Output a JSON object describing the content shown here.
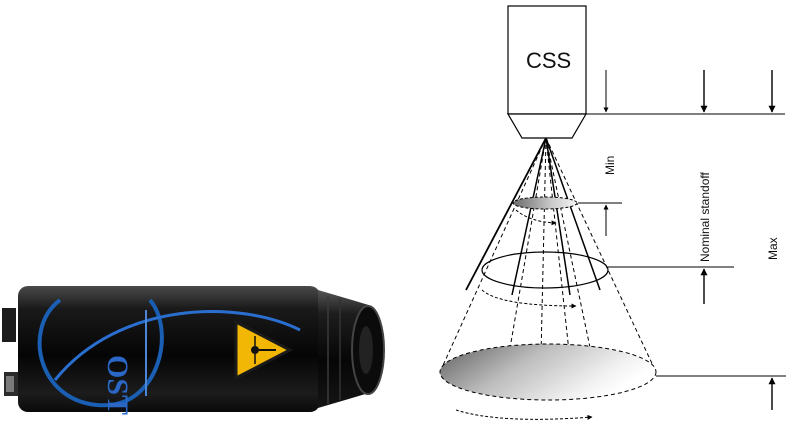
{
  "product_photo": {
    "logo_text": "OST",
    "warning_symbol": "laser-warning-icon"
  },
  "diagram": {
    "sensor_label": "CSS",
    "labels": {
      "min": "Min",
      "nominal": "Nominal standoff",
      "max": "Max"
    }
  }
}
